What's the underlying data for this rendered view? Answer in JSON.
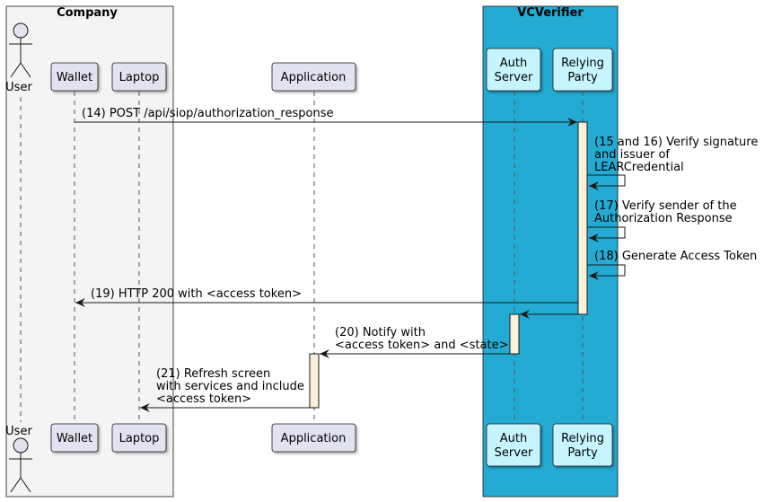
{
  "groups": {
    "company": {
      "title": "Company",
      "fill": "#F4F4F4"
    },
    "vcverifier": {
      "title": "VCVerifier",
      "fill": "#23ABD4"
    }
  },
  "participants": {
    "user": "User",
    "wallet": "Wallet",
    "laptop": "Laptop",
    "application": "Application",
    "auth_server": [
      "Auth",
      "Server"
    ],
    "relying_party": [
      "Relying",
      "Party"
    ]
  },
  "colors": {
    "participant_fill": "#E2E2F0",
    "vc_participant_fill": "#C6F5FF",
    "activation_fill": "#FBF1DA"
  },
  "messages": {
    "m14": [
      "(14) POST /api/siop/authorization_response"
    ],
    "m15": [
      "(15 and 16) Verify signature",
      "and issuer of",
      "LEARCredential"
    ],
    "m17": [
      "(17) Verify sender of the",
      "Authorization Response"
    ],
    "m18": [
      "(18) Generate Access Token"
    ],
    "m19": [
      "(19) HTTP 200 with <access token>"
    ],
    "m20": [
      "(20) Notify with",
      "<access token> and <state>"
    ],
    "m21": [
      "(21) Refresh screen",
      "with services and include",
      "<access token>"
    ]
  }
}
